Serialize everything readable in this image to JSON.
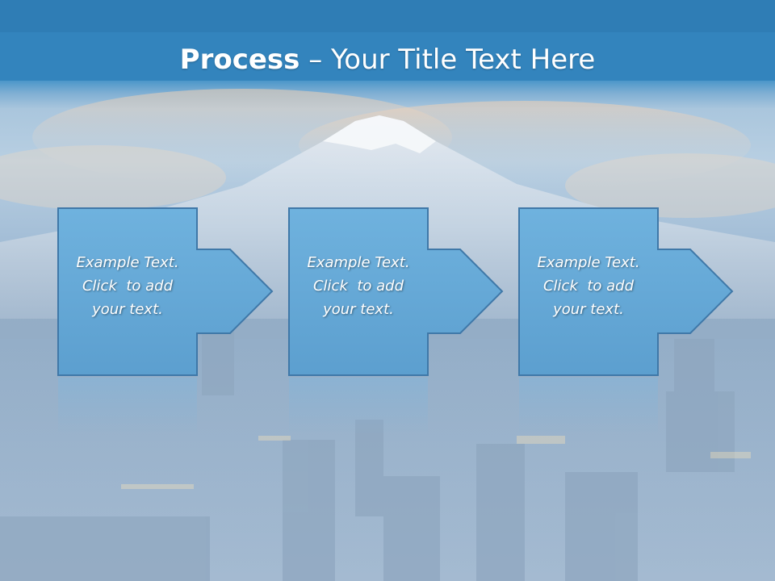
{
  "slide": {
    "title_bold": "Process",
    "title_dash": " – ",
    "title_rest": "Your Title Text Here"
  },
  "steps": [
    {
      "line1": "Example Text.",
      "line2": "Click  to add",
      "line3": "your text."
    },
    {
      "line1": "Example Text.",
      "line2": "Click  to add",
      "line3": "your text."
    },
    {
      "line1": "Example Text.",
      "line2": "Click  to add",
      "line3": "your text."
    }
  ],
  "colors": {
    "header_blue": "#3384bd",
    "box_fill": "#6aaedb",
    "box_border": "#3f78a8",
    "text": "#ffffff"
  }
}
